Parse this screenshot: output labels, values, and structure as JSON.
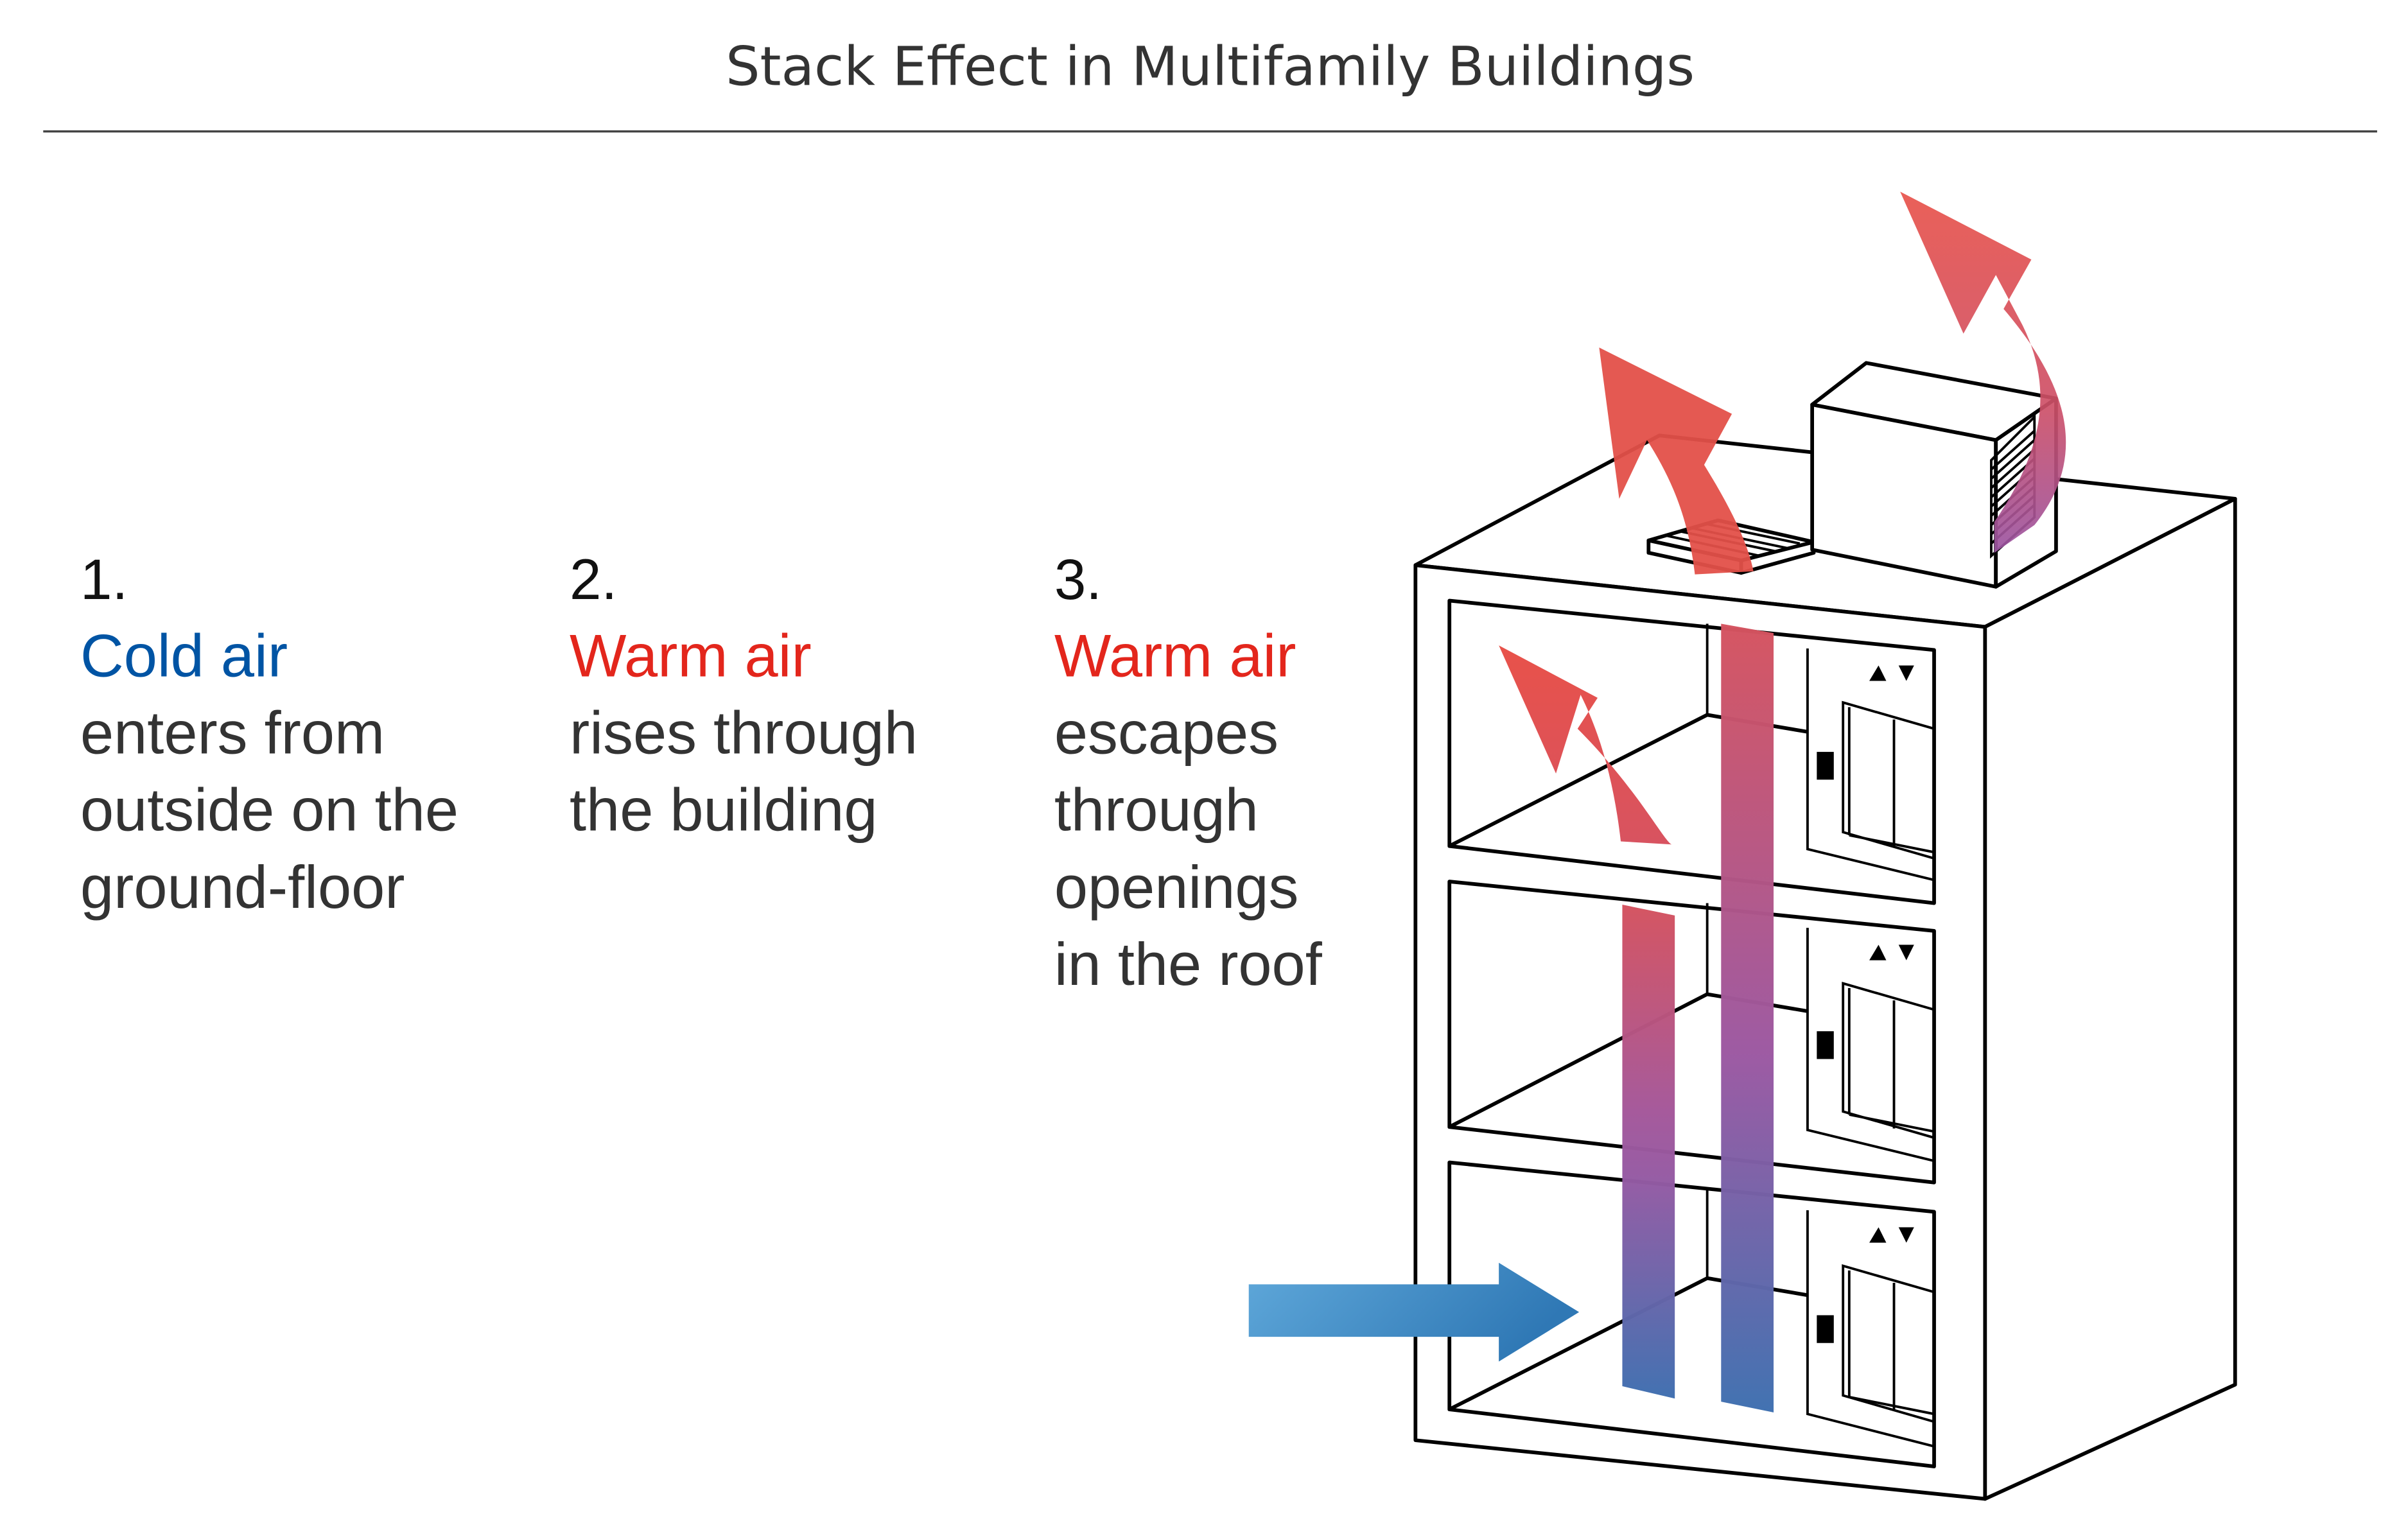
{
  "title": "Stack Effect in Multifamily Buildings",
  "colors": {
    "cold": "#0054a4",
    "warm": "#e3261c",
    "text": "#333333",
    "arrow_warm": "#e8514a",
    "arrow_mid": "#9b55a3",
    "arrow_cold": "#3e74b3",
    "arrow_cold_light": "#5fa8da"
  },
  "steps": [
    {
      "number": "1.",
      "headline": "Cold air",
      "headline_color": "cold",
      "lines": [
        "enters from",
        "outside on the",
        "ground-floor"
      ]
    },
    {
      "number": "2.",
      "headline": "Warm air",
      "headline_color": "warm",
      "lines": [
        "rises through",
        "the building"
      ]
    },
    {
      "number": "3.",
      "headline": "Warm air",
      "headline_color": "warm",
      "lines": [
        "escapes",
        "through",
        "openings",
        "in the roof"
      ]
    }
  ],
  "illustration": {
    "floors": 3,
    "elevator_icons": [
      "up-triangle",
      "down-triangle"
    ]
  }
}
